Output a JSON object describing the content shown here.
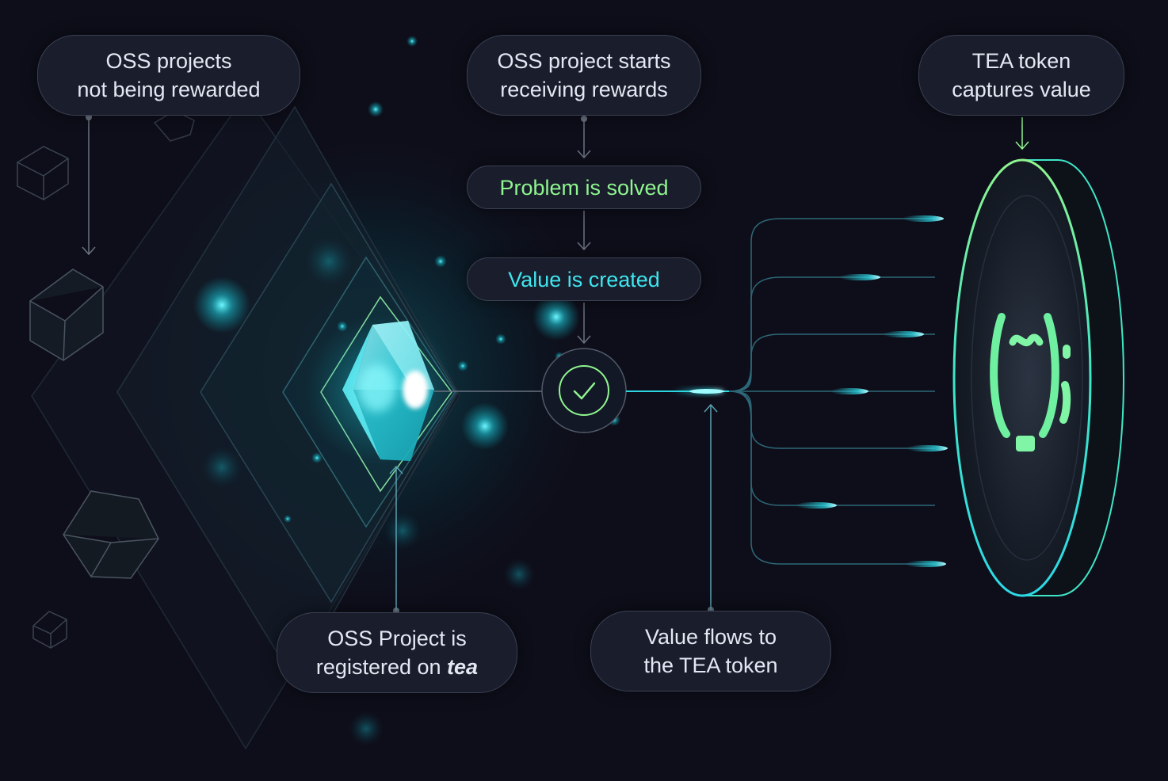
{
  "labels": {
    "not_rewarded": {
      "line1": "OSS projects",
      "line2": "not being rewarded"
    },
    "starts_rewards": {
      "line1": "OSS project starts",
      "line2": "receiving rewards"
    },
    "tea_captures": {
      "line1": "TEA token",
      "line2": "captures value"
    },
    "problem_solved": "Problem is solved",
    "value_created": "Value is created",
    "registered": {
      "line1": "OSS Project is",
      "line2_prefix": "registered on ",
      "line2_emphasis": "tea"
    },
    "value_flows": {
      "line1": "Value flows to",
      "line2": "the TEA token"
    }
  },
  "icons": {
    "checkmark": "check-circle-icon",
    "token": "tea-token-icon",
    "project": "project-cube-icon"
  },
  "colors": {
    "background": "#0e0e1a",
    "accent_cyan": "#3ee6ee",
    "accent_green": "#8ff58f",
    "connector": "#6a7280"
  }
}
